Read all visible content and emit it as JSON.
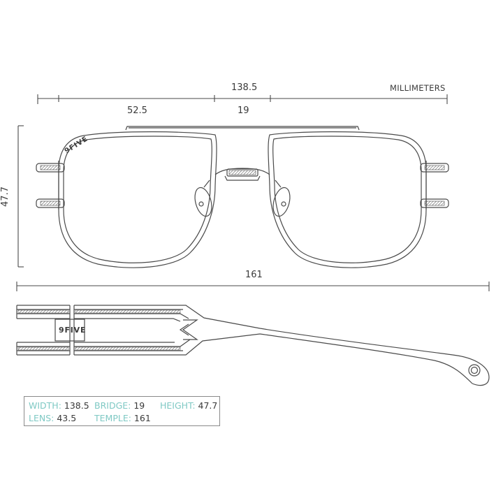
{
  "units_label": "MILLIMETERS",
  "dimensions": {
    "total_width": "138.5",
    "lens_width": "52.5",
    "bridge": "19",
    "height": "47.7",
    "temple": "161"
  },
  "brand_marks": {
    "front_logo": "9FIVE",
    "temple_logo": "9FIVE"
  },
  "specs": {
    "row1": [
      {
        "key": "WIDTH:",
        "value": "138.5"
      },
      {
        "key": "BRIDGE:",
        "value": "19"
      },
      {
        "key": "HEIGHT:",
        "value": "47.7"
      }
    ],
    "row2": [
      {
        "key": "LENS:",
        "value": "43.5"
      },
      {
        "key": "TEMPLE:",
        "value": "161"
      }
    ]
  },
  "colors": {
    "line": "#4a4a4a",
    "spec_key": "#7fc9c4",
    "spec_value": "#3a3a3a"
  }
}
